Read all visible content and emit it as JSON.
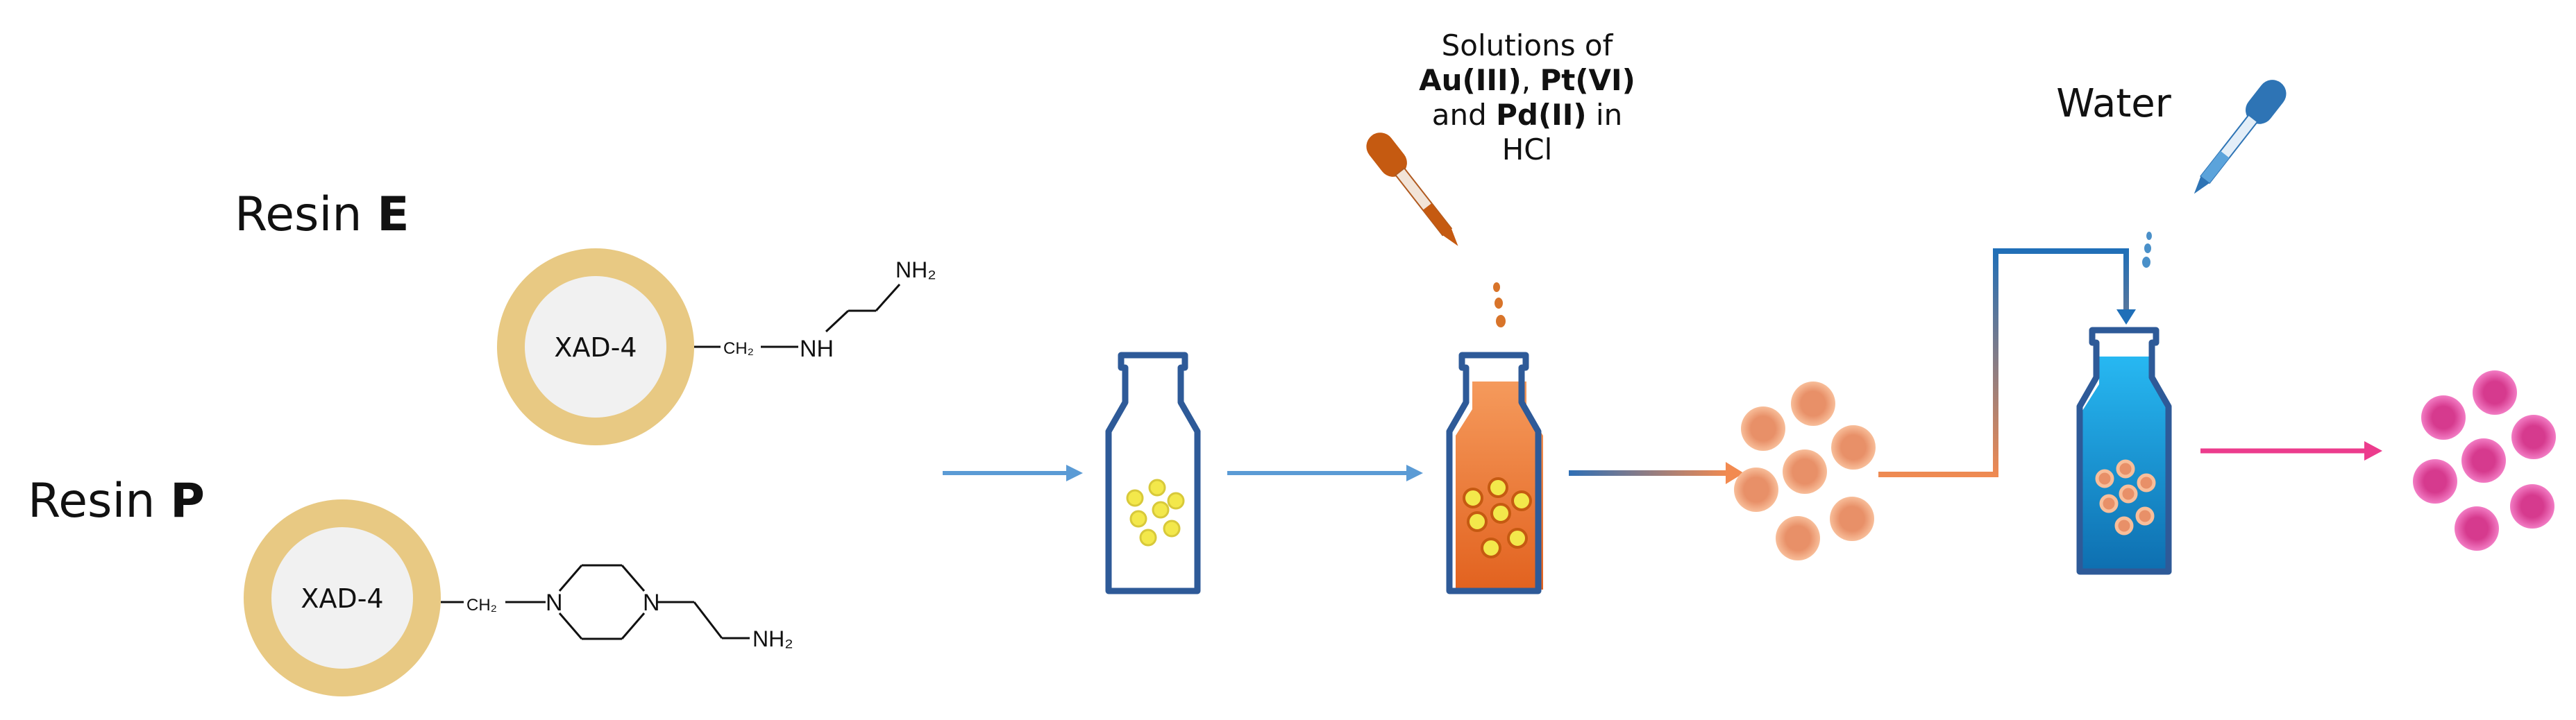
{
  "resins": {
    "E": {
      "prefix": "Resin ",
      "letter": "E",
      "core_label": "XAD-4",
      "linker_label": "CH₂",
      "amine_label": "NH",
      "terminal_label": "NH₂"
    },
    "P": {
      "prefix": "Resin ",
      "letter": "P",
      "core_label": "XAD-4",
      "linker_label": "CH₂",
      "ring_n1_label": "N",
      "ring_n2_label": "N",
      "terminal_label": "NH₂"
    }
  },
  "reagent_label": {
    "line1": "Solutions of",
    "line2": {
      "au": "Au(III)",
      "sep": ", ",
      "pt": "Pt(VI)"
    },
    "line3": {
      "prefix": "and ",
      "pd": "Pd(II)",
      "suffix": " in"
    },
    "line4": "HCl"
  },
  "water_label": "Water",
  "colors": {
    "resin_shell": "#E8C983",
    "resin_core": "#F1F1F1",
    "flow_blue": "#5B9BD5",
    "bottle_outline": "#2E5A98",
    "orange_solution": "#F07A2E",
    "orange_dropper": "#C55A11",
    "water_blue": "#1E88C8",
    "loaded_bead": "#F4A97E",
    "final_bead": "#E94FA8",
    "arrow_pink": "#EC3C8D",
    "yellow_bead": "#F3E84B"
  }
}
